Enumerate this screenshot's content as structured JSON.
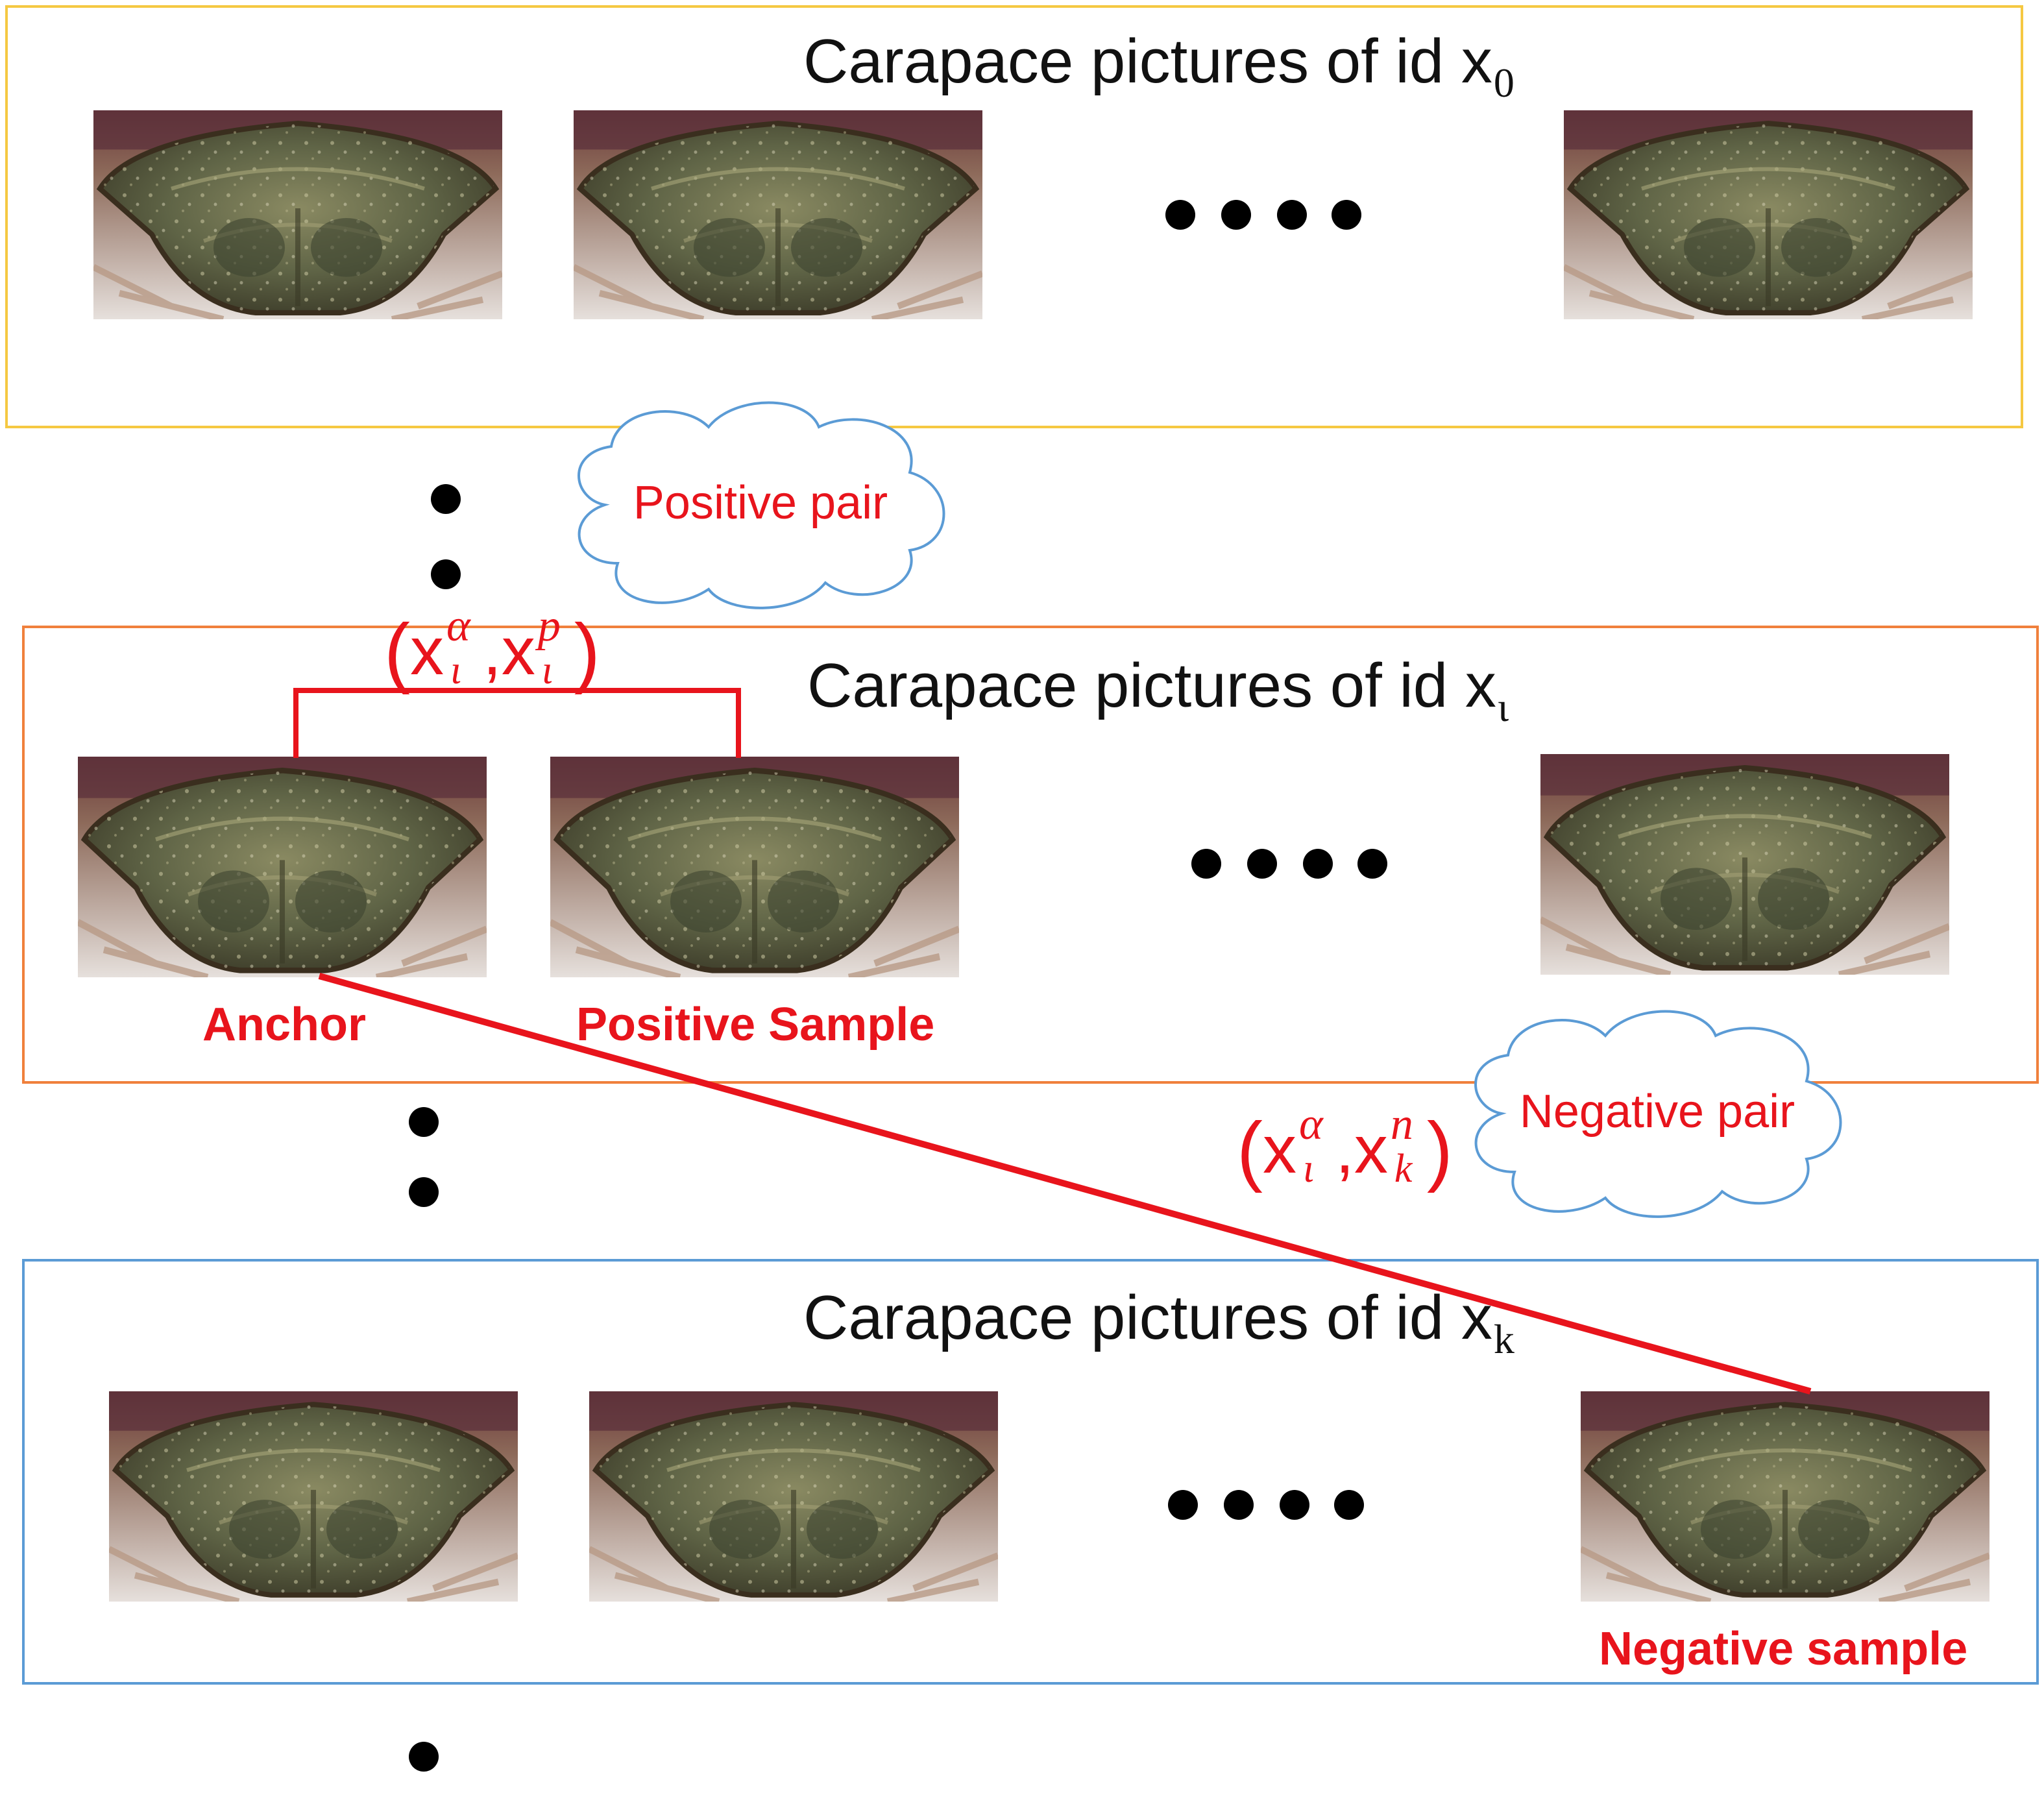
{
  "groups": [
    {
      "title": "Carapace pictures of id x",
      "sub": "0"
    },
    {
      "title": "Carapace pictures of id x",
      "sub": "ι"
    },
    {
      "title": "Carapace pictures of id x",
      "sub": "k"
    }
  ],
  "clouds": {
    "positive": "Positive pair",
    "negative": "Negative pair"
  },
  "labels": {
    "anchor": "Anchor",
    "positive_sample": "Positive Sample",
    "negative_sample": "Negative sample"
  },
  "formulas": {
    "positive": {
      "open": "(",
      "x1": "x",
      "x1_sup": "α",
      "x1_sub": "ι",
      "comma": ",",
      "x2": "x",
      "x2_sup": "p",
      "x2_sub": "ι",
      "close": ")"
    },
    "negative": {
      "open": "(",
      "x1": "x",
      "x1_sup": "α",
      "x1_sub": "ι",
      "comma": ",",
      "x2": "x",
      "x2_sup": "n",
      "x2_sub": "k",
      "close": ")"
    }
  },
  "colors": {
    "accent_red": "#e8141c",
    "box_x0": "#f5c842",
    "box_xi": "#f0803c",
    "box_xk": "#5b9bd5",
    "cloud_stroke": "#5b9bd5"
  }
}
